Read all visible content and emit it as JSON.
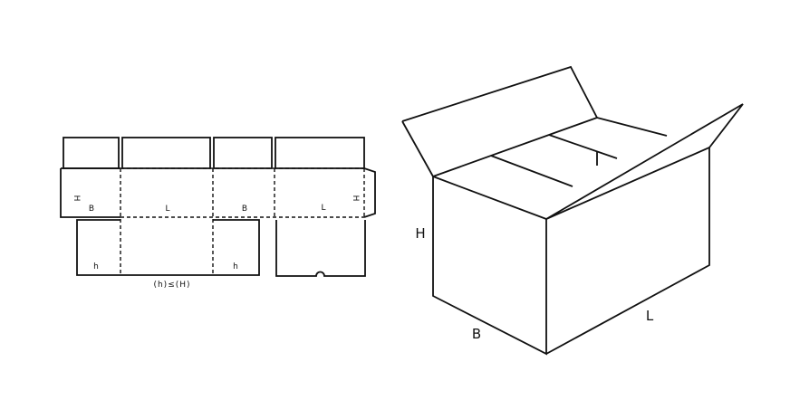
{
  "flat_layout": {
    "labels": {
      "h_left": "H",
      "b_left": "B",
      "l_middle": "L",
      "b_right": "B",
      "l_right": "L",
      "h_right": "H",
      "h_small_left": "h",
      "h_small_right": "h",
      "formula": "(h)≤(H)"
    }
  },
  "box_3d": {
    "labels": {
      "height": "H",
      "width": "B",
      "length": "L"
    }
  }
}
